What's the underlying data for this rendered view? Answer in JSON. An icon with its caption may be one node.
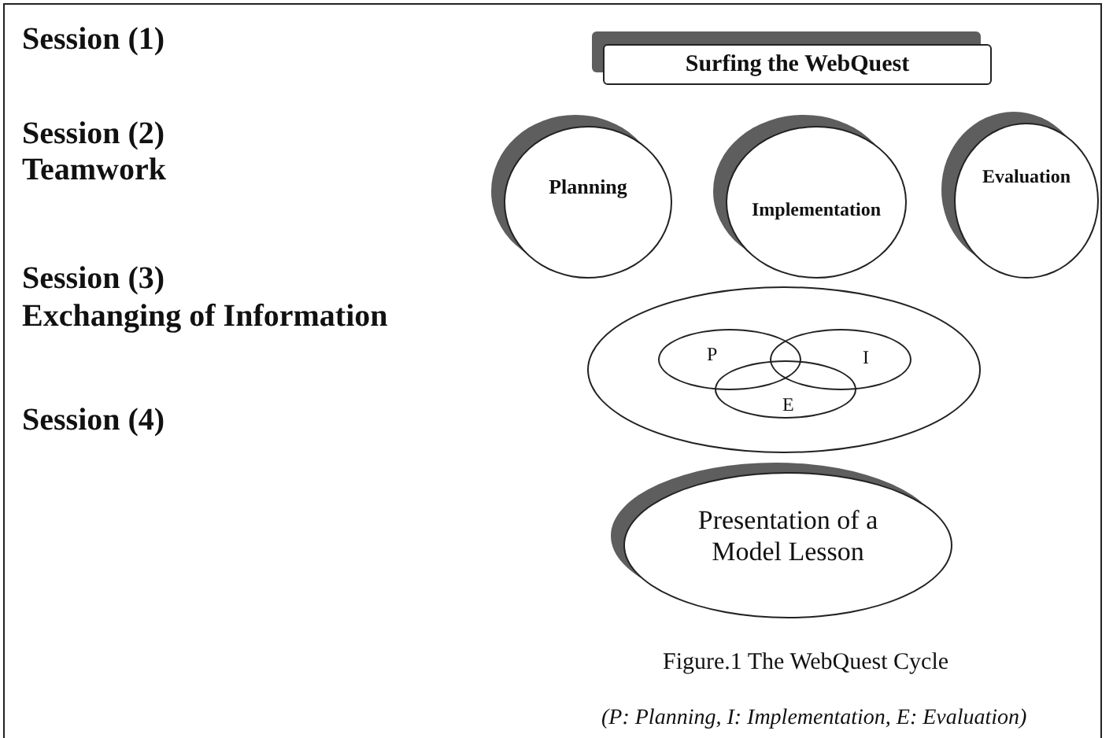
{
  "diagram": {
    "caption": "Figure.1 The WebQuest Cycle",
    "nodes": [
      {
        "text": [
          "Surfing the WebQuest"
        ]
      },
      {
        "text": [
          "Planning"
        ]
      },
      {
        "text": [
          "Implementation"
        ]
      },
      {
        "text": [
          "Evaluation"
        ]
      },
      {
        "text": [],
        "shape": "ellipse"
      },
      {
        "text": [
          "P"
        ],
        "in": 4
      },
      {
        "text": [
          "I"
        ],
        "in": 4
      },
      {
        "text": [
          "E"
        ],
        "in": 4
      },
      {
        "text": [
          "Presentation of a Model Lesson"
        ]
      }
    ],
    "labels": [
      "Session (1)",
      "Session (2)",
      "Teamwork",
      "Session (3)",
      "Exchanging of Information",
      "Session (4)",
      "(P: Planning, I: Implementation, E: Evaluation)"
    ]
  }
}
